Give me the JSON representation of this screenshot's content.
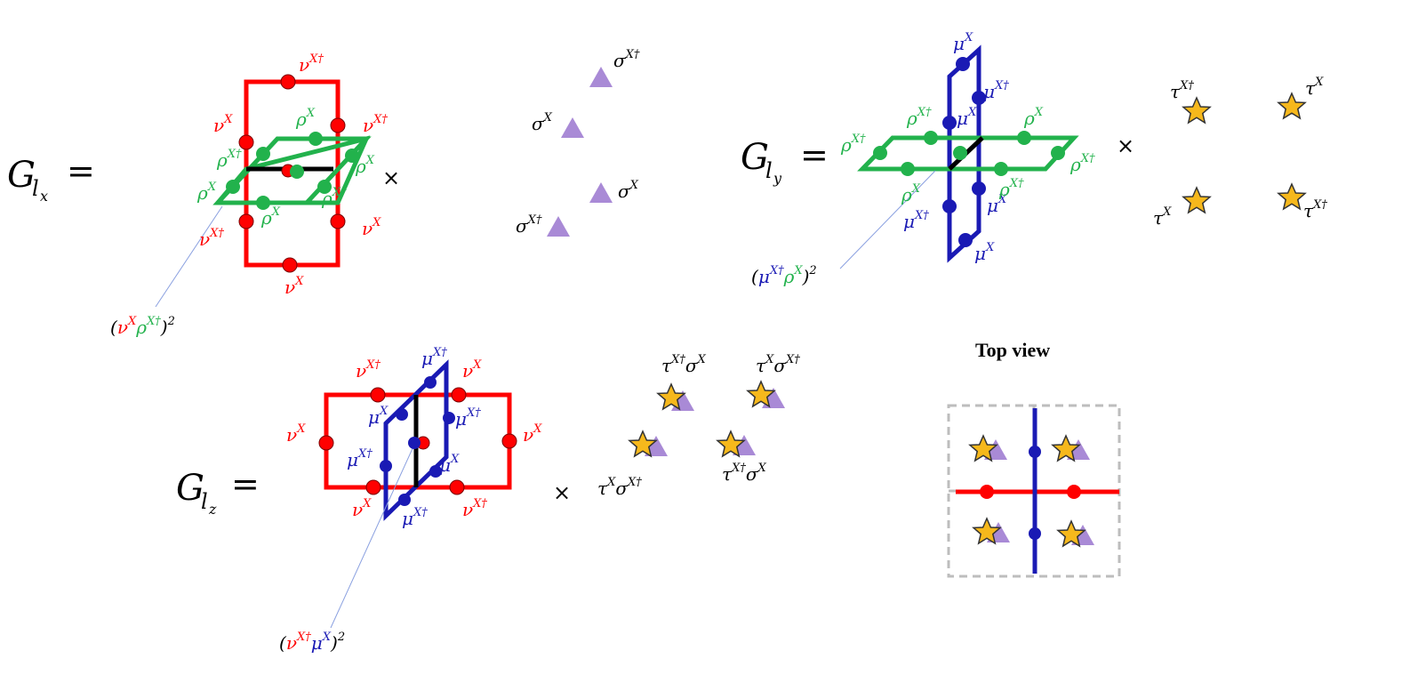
{
  "colors": {
    "red": "#ff0000",
    "green": "#22b24c",
    "blue": "#1a1ab4",
    "black": "#000000",
    "purple": "#a98ad6",
    "star": "#f6b81c",
    "grid": "#c6c6c6"
  },
  "icons": [
    "triangle-marker",
    "star-marker",
    "dot-marker"
  ],
  "equations": {
    "gx": {
      "G": "G",
      "sub": "l",
      "subsub": "x",
      "eq": "="
    },
    "gy": {
      "G": "G",
      "sub": "l",
      "subsub": "y",
      "eq": "="
    },
    "gz": {
      "G": "G",
      "sub": "l",
      "subsub": "z",
      "eq": "="
    }
  },
  "times": "×",
  "top_view_title": "Top view",
  "labels": {
    "gx": {
      "nu_top_dag": {
        "base": "ν",
        "sup": "X†"
      },
      "nu_left": {
        "base": "ν",
        "sup": "X"
      },
      "nu_right_dag": {
        "base": "ν",
        "sup": "X†"
      },
      "nu_bl_dag": {
        "base": "ν",
        "sup": "X†"
      },
      "nu_br": {
        "base": "ν",
        "sup": "X"
      },
      "nu_bottom": {
        "base": "ν",
        "sup": "X"
      },
      "rho_top": {
        "base": "ρ",
        "sup": "X"
      },
      "rho_left_dag": {
        "base": "ρ",
        "sup": "X†"
      },
      "rho_left": {
        "base": "ρ",
        "sup": "X"
      },
      "rho_right": {
        "base": "ρ",
        "sup": "X"
      },
      "rho_right_dag": {
        "base": "ρ",
        "sup": "X†"
      },
      "rho_bottom": {
        "base": "ρ",
        "sup": "X"
      },
      "product": {
        "open": "(",
        "nu": "ν",
        "nu_sup": "X",
        "rho": "ρ",
        "rho_sup": "X†",
        "close": ")",
        "exp": "2"
      },
      "sig_1": {
        "base": "σ",
        "sup": "X†"
      },
      "sig_2": {
        "base": "σ",
        "sup": "X"
      },
      "sig_3": {
        "base": "σ",
        "sup": "X"
      },
      "sig_4": {
        "base": "σ",
        "sup": "X†"
      }
    },
    "gy": {
      "mu_top": {
        "base": "μ",
        "sup": "X"
      },
      "mu_upper_dag": {
        "base": "μ",
        "sup": "X†"
      },
      "mu_mid": {
        "base": "μ",
        "sup": "X"
      },
      "mu_low": {
        "base": "μ",
        "sup": "X"
      },
      "mu_left_dag": {
        "base": "μ",
        "sup": "X†"
      },
      "mu_bottom": {
        "base": "μ",
        "sup": "X"
      },
      "rho_left_dag": {
        "base": "ρ",
        "sup": "X†"
      },
      "rho_top_dag": {
        "base": "ρ",
        "sup": "X†"
      },
      "rho_top": {
        "base": "ρ",
        "sup": "X"
      },
      "rho_right_dag": {
        "base": "ρ",
        "sup": "X†"
      },
      "rho_front": {
        "base": "ρ",
        "sup": "X"
      },
      "rho_front_dag": {
        "base": "ρ",
        "sup": "X†"
      },
      "product": {
        "open": "(",
        "mu": "μ",
        "mu_sup": "X†",
        "rho": "ρ",
        "rho_sup": "X",
        "close": ")",
        "exp": "2"
      },
      "tau_1": {
        "base": "τ",
        "sup": "X†"
      },
      "tau_2": {
        "base": "τ",
        "sup": "X"
      },
      "tau_3": {
        "base": "τ",
        "sup": "X"
      },
      "tau_4": {
        "base": "τ",
        "sup": "X†"
      }
    },
    "gz": {
      "nu_top_dag": {
        "base": "ν",
        "sup": "X†"
      },
      "nu_top": {
        "base": "ν",
        "sup": "X"
      },
      "nu_left": {
        "base": "ν",
        "sup": "X"
      },
      "nu_right": {
        "base": "ν",
        "sup": "X"
      },
      "nu_bl": {
        "base": "ν",
        "sup": "X"
      },
      "nu_br_dag": {
        "base": "ν",
        "sup": "X†"
      },
      "mu_top_dag": {
        "base": "μ",
        "sup": "X†"
      },
      "mu_ul": {
        "base": "μ",
        "sup": "X"
      },
      "mu_ur_dag": {
        "base": "μ",
        "sup": "X†"
      },
      "mu_ml_dag": {
        "base": "μ",
        "sup": "X†"
      },
      "mu_mr": {
        "base": "μ",
        "sup": "X"
      },
      "mu_bottom_dag": {
        "base": "μ",
        "sup": "X†"
      },
      "product": {
        "open": "(",
        "nu": "ν",
        "nu_sup": "X†",
        "mu": "μ",
        "mu_sup": "X",
        "close": ")",
        "exp": "2"
      },
      "ts_1": {
        "t": "τ",
        "t_sup": "X†",
        "s": "σ",
        "s_sup": "X"
      },
      "ts_2": {
        "t": "τ",
        "t_sup": "X",
        "s": "σ",
        "s_sup": "X†"
      },
      "ts_3": {
        "t": "τ",
        "t_sup": "X",
        "s": "σ",
        "s_sup": "X†"
      },
      "ts_4": {
        "t": "τ",
        "t_sup": "X†",
        "s": "σ",
        "s_sup": "X"
      }
    }
  }
}
